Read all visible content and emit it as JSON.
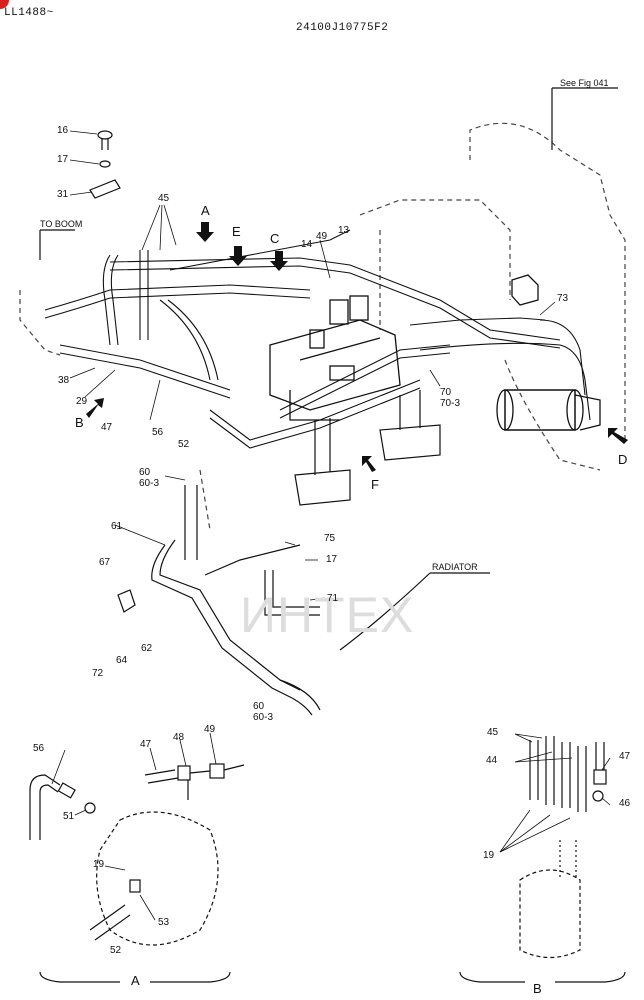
{
  "header": {
    "corner_code": "LL1488~",
    "drawing_no": "24100J10775F2"
  },
  "notes": {
    "see_fig": "See Fig 041",
    "to_boom": "TO BOOM",
    "radiator": "RADIATOR"
  },
  "watermark": {
    "text": "ИНТЕХ",
    "color": "#e53935"
  },
  "views": [
    "A",
    "B",
    "C",
    "D",
    "E",
    "F"
  ],
  "part_numbers": {
    "p16": "16",
    "p17": "17",
    "p31": "31",
    "p45": "45",
    "p14": "14",
    "p49": "49",
    "p13": "13",
    "p73": "73",
    "p38": "38",
    "p29": "29",
    "p47": "47",
    "p56": "56",
    "p52": "52",
    "p70": "70",
    "p70_3": "70-3",
    "p60": "60",
    "p60_3": "60-3",
    "p61": "61",
    "p67": "67",
    "p75": "75",
    "p17b": "17",
    "p71": "71",
    "p72": "72",
    "p64": "64",
    "p62": "62",
    "p60b": "60",
    "p60_3b": "60-3"
  },
  "detail_a": {
    "label": "A",
    "parts": {
      "p56": "56",
      "p47": "47",
      "p48": "48",
      "p49": "49",
      "p51": "51",
      "p19": "19",
      "p53": "53",
      "p52": "52"
    }
  },
  "detail_b": {
    "label": "B",
    "parts": {
      "p45": "45",
      "p44": "44",
      "p47": "47",
      "p46": "46",
      "p19": "19"
    }
  }
}
